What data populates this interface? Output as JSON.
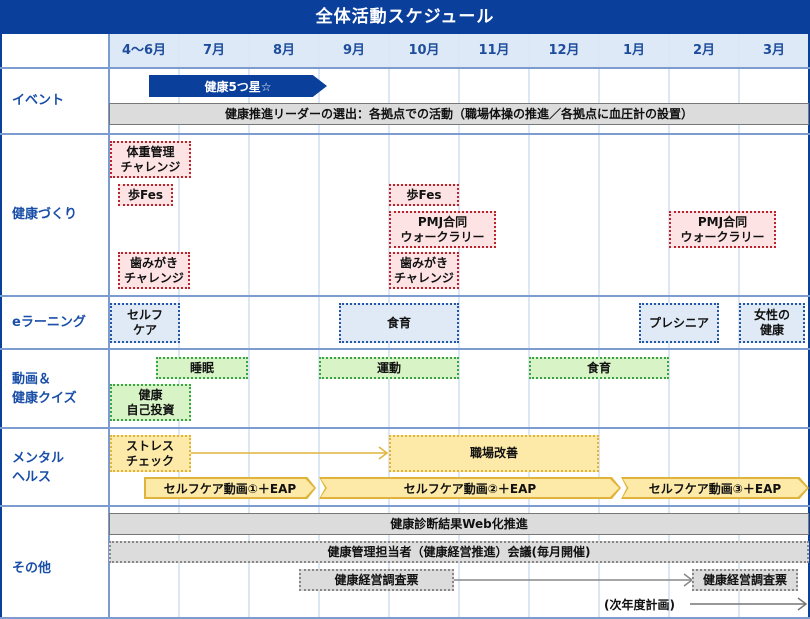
{
  "title": "全体活動スケジュール",
  "months": [
    "4〜6月",
    "7月",
    "8月",
    "9月",
    "10月",
    "11月",
    "12月",
    "1月",
    "2月",
    "3月"
  ],
  "rows": {
    "event": {
      "label": "イベント",
      "items": {
        "kenko5": "健康5つ星☆",
        "leader": "健康推進リーダーの選出：各拠点での活動（職場体操の推進／各拠点に血圧計の設置）"
      }
    },
    "kenkozukuri": {
      "label": "健康づくり",
      "items": {
        "taiju_1": "体重管理",
        "taiju_2": "チャレンジ",
        "fes1": "歩Fes",
        "fes2": "歩Fes",
        "pmj1_1": "PMJ合同",
        "pmj1_2": "ウォークラリー",
        "pmj2_1": "PMJ合同",
        "pmj2_2": "ウォークラリー",
        "ha1_1": "歯みがき",
        "ha1_2": "チャレンジ",
        "ha2_1": "歯みがき",
        "ha2_2": "チャレンジ"
      }
    },
    "elearning": {
      "label": "eラーニング",
      "items": {
        "selfcare_1": "セルフ",
        "selfcare_2": "ケア",
        "shokuiku": "食育",
        "presenior": "プレシニア",
        "josei_1": "女性の",
        "josei_2": "健康"
      }
    },
    "video": {
      "label_1": "動画＆",
      "label_2": "健康クイズ",
      "items": {
        "suimin": "睡眠",
        "undo": "運動",
        "shokuiku": "食育",
        "jiko_1": "健康",
        "jiko_2": "自己投資"
      }
    },
    "mental": {
      "label_1": "メンタル",
      "label_2": "ヘルス",
      "items": {
        "stress_1": "ストレス",
        "stress_2": "チェック",
        "shokuba": "職場改善",
        "video1": "セルフケア動画①＋EAP",
        "video2": "セルフケア動画②＋EAP",
        "video3": "セルフケア動画③＋EAP"
      }
    },
    "other": {
      "label": "その他",
      "items": {
        "web": "健康診断結果Web化推進",
        "meeting": "健康管理担当者（健康経営推進）会議(毎月開催)",
        "survey1": "健康経営調査票",
        "survey2": "健康経営調査票",
        "nextyear": "(次年度計画)"
      }
    }
  },
  "colors": {
    "title_bg": "#0a3f9c",
    "header_bg": "#dde9f6",
    "label_text": "#1a4fa8",
    "pink": "#fde3e4",
    "blue": "#dfeaf6",
    "green": "#d8f3c6",
    "yellow": "#fdeaa8",
    "gray": "#dcdcdc"
  }
}
